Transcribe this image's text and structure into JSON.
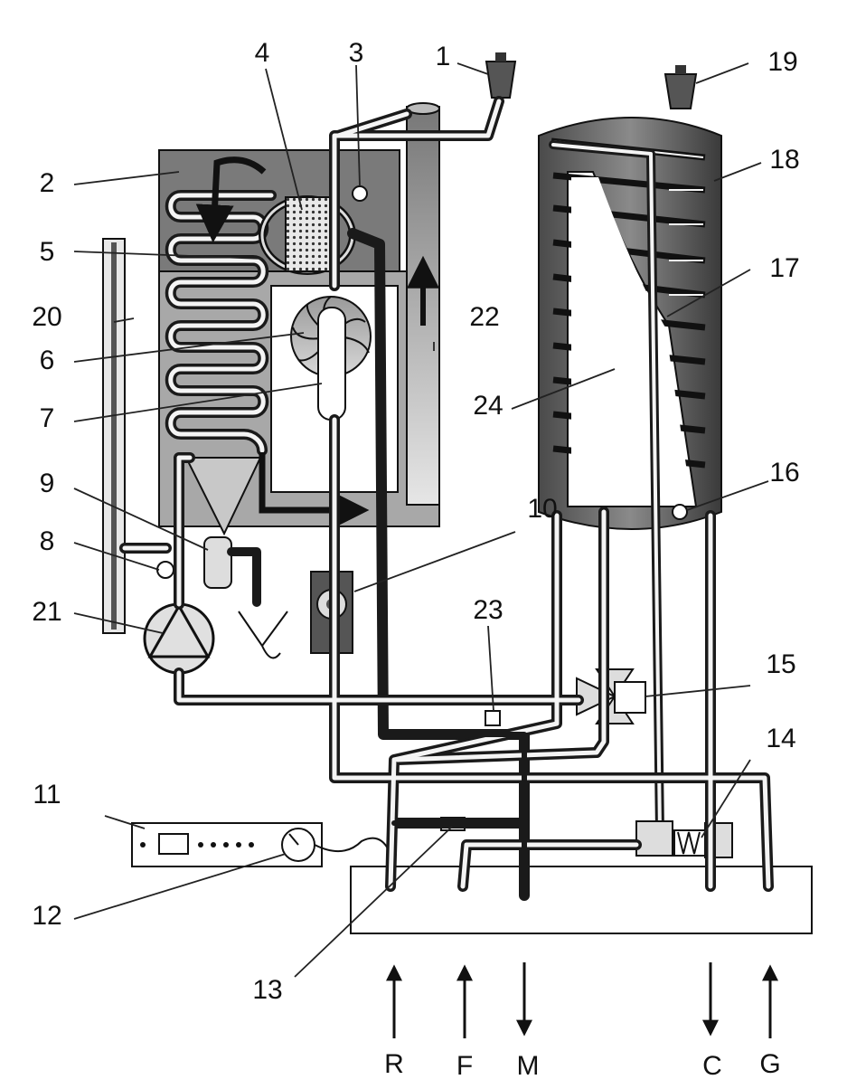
{
  "diagram": {
    "labels": [
      "1",
      "2",
      "3",
      "4",
      "5",
      "6",
      "7",
      "8",
      "9",
      "10",
      "11",
      "12",
      "13",
      "14",
      "15",
      "16",
      "17",
      "18",
      "19",
      "20",
      "21",
      "22",
      "23",
      "24"
    ],
    "connections": [
      "R",
      "F",
      "M",
      "C",
      "G"
    ]
  }
}
